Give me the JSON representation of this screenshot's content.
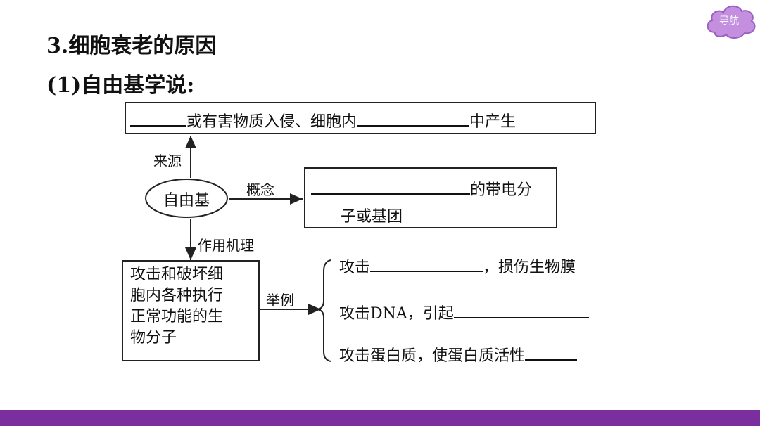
{
  "nav": {
    "label": "导航"
  },
  "heading": {
    "title": "3.细胞衰老的原因",
    "subtitle": "(1)自由基学说:"
  },
  "diagram": {
    "source_box": {
      "part1": "或有害物质入侵、细胞内",
      "part2": "中产生"
    },
    "label_source": "来源",
    "center": "自由基",
    "label_concept": "概念",
    "concept_box": {
      "line1": "的带电分",
      "line2": "子或基团"
    },
    "label_mechanism": "作用机理",
    "mechanism_box": {
      "lines": [
        "攻击和破坏细",
        "胞内各种执行",
        "正常功能的生",
        "物分子"
      ]
    },
    "label_example": "举例",
    "examples": {
      "item1": {
        "before": "攻击",
        "after": "，损伤生物膜"
      },
      "item2": {
        "text": "攻击DNA，引起"
      },
      "item3": {
        "text": "攻击蛋白质，使蛋白质活性"
      }
    }
  },
  "colors": {
    "footer": "#7b2f9f",
    "nav_button": "#c58fe0"
  }
}
